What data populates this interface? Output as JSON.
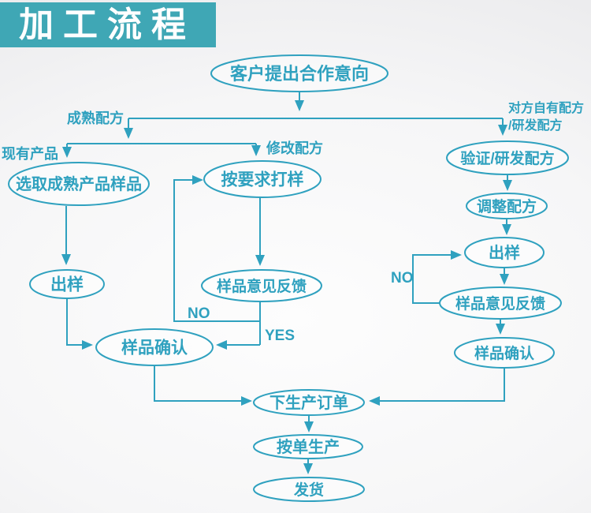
{
  "title": {
    "text": "加工流程"
  },
  "colors": {
    "teal": "#2fa1bf",
    "banner_bg": "#3fa7b5",
    "banner_text": "#ffffff"
  },
  "nodes": {
    "start": "客户提出合作意向",
    "select_sample": "选取成熟产品样品",
    "sample_on_request": "按要求打样",
    "verify_formula": "验证/研发配方",
    "adjust_formula": "调整配方",
    "sample_out_right": "出样",
    "feedback_right": "样品意见反馈",
    "confirm_right": "样品确认",
    "sample_out_left": "出样",
    "feedback_mid": "样品意见反馈",
    "confirm_left": "样品确认",
    "production_order": "下生产订单",
    "produce_per_order": "按单生产",
    "ship": "发货"
  },
  "edge_labels": {
    "mature_formula": "成熟配方",
    "existing_product": "现有产品",
    "modify_formula": "修改配方",
    "own_formula_line1": "对方自有配方",
    "own_formula_line2": "/研发配方",
    "no_mid": "NO",
    "yes_mid": "YES",
    "no_right": "NO"
  }
}
